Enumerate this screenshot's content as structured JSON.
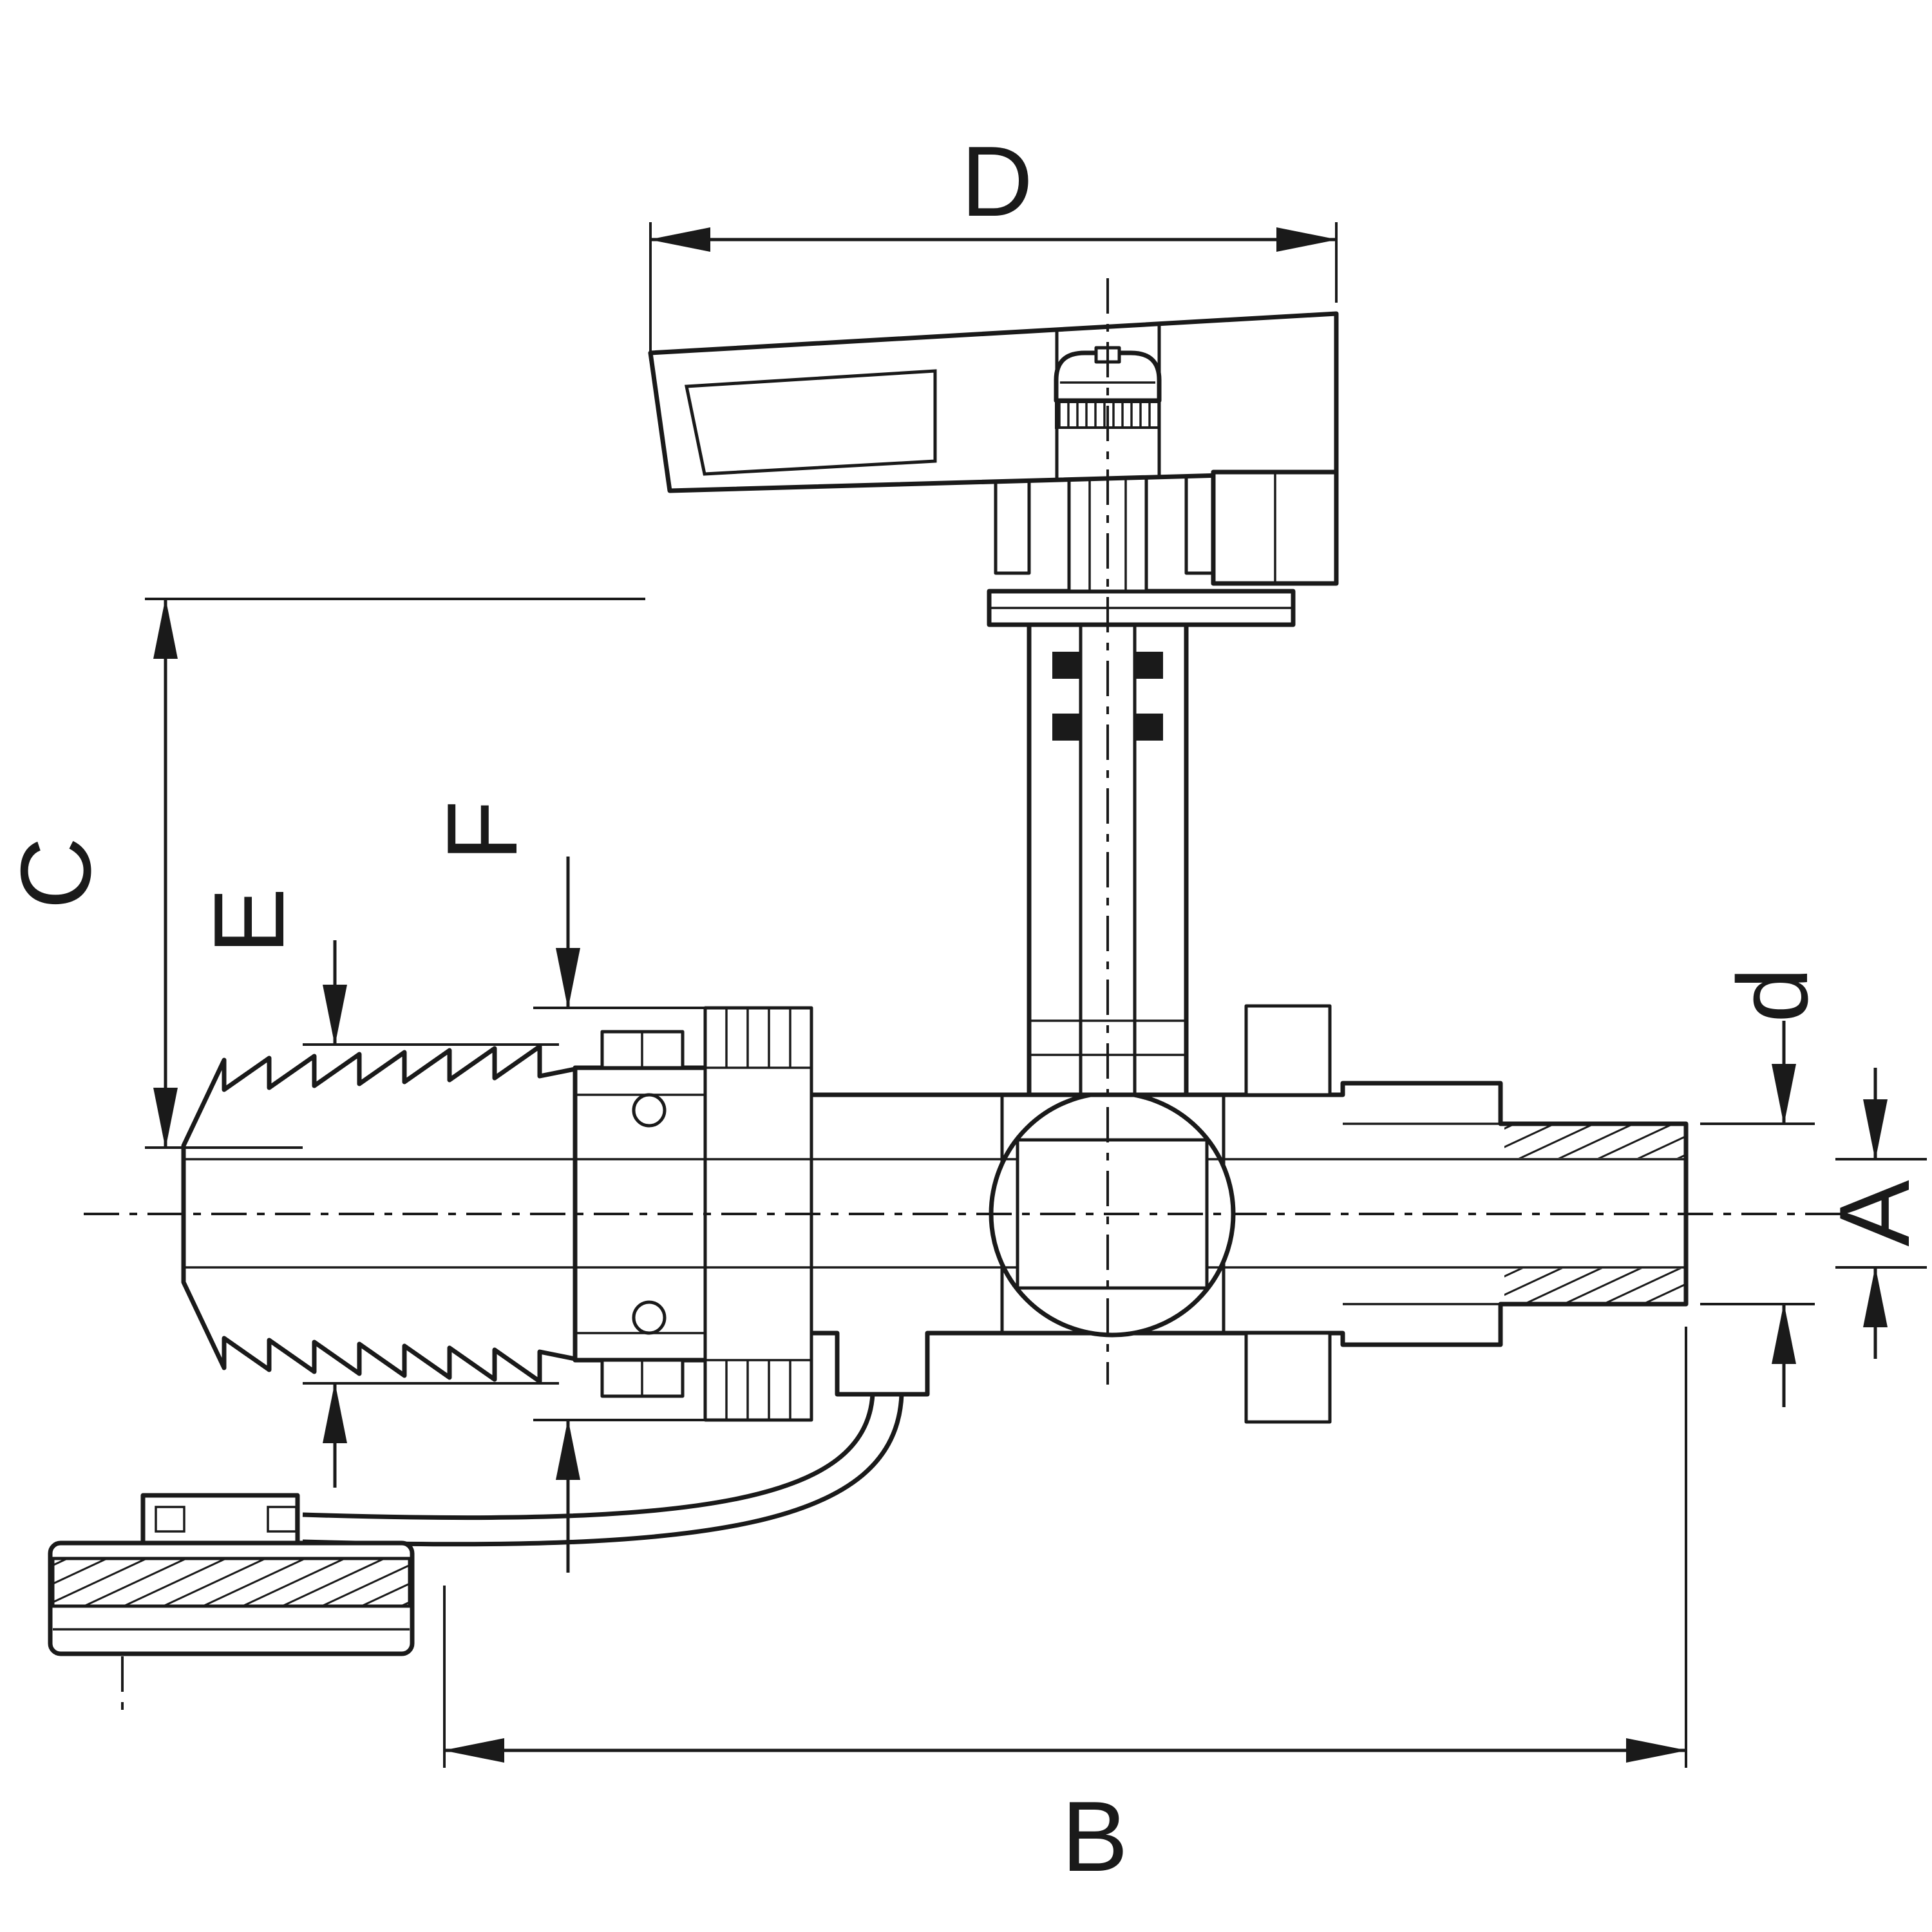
{
  "diagram": {
    "type": "technical-dimension-drawing",
    "subject": "ball-valve-cross-section-with-hose-tail-male-thread-and-drain-cap",
    "labels": {
      "A": "A",
      "B": "B",
      "C": "C",
      "D": "D",
      "E": "E",
      "F": "F",
      "d": "d"
    }
  },
  "colors": {
    "line": "#1a1a1a",
    "background": "#ffffff"
  }
}
